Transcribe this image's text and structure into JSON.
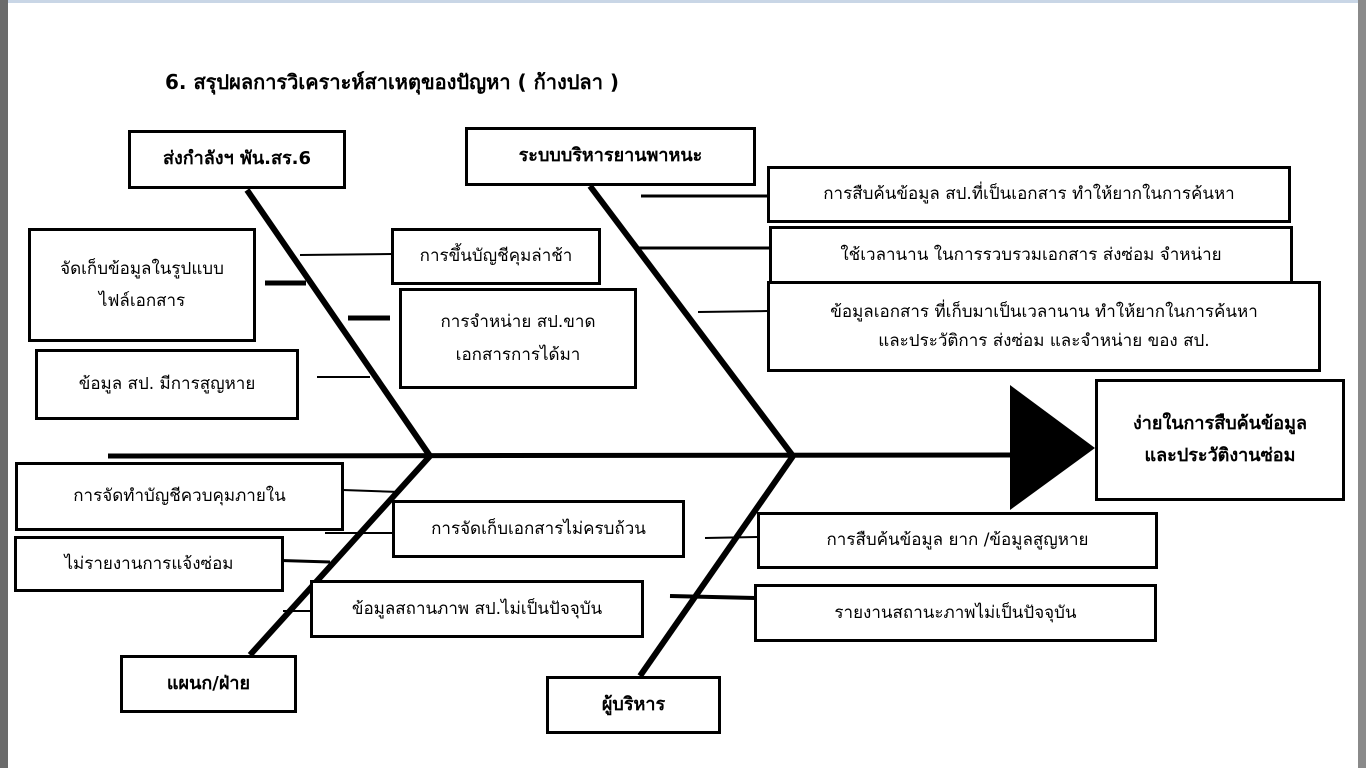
{
  "title": "6. สรุปผลการวิเคราะห์สาเหตุของปัญหา ( ก้างปลา )",
  "categories": {
    "supply": "ส่งกำลังฯ พัน.สร.6",
    "vehicle_system": "ระบบบริหารยานพาหนะ",
    "department": "แผนก/ฝ่าย",
    "management": "ผู้บริหาร"
  },
  "effect": {
    "line1": "ง่ายในการสืบค้นข้อมูล",
    "line2": "และประวัติงานซ่อม"
  },
  "causes": {
    "store_file_1": "จัดเก็บข้อมูลในรูปแบบ",
    "store_file_2": "ไฟล์เอกสาร",
    "register_late": "การขึ้นบัญชีคุมล่าช้า",
    "dispose_1": "การจำหน่าย สป.ขาด",
    "dispose_2": "เอกสารการได้มา",
    "data_lost": "ข้อมูล สป. มีการสูญหาย",
    "search_doc": "การสืบค้นข้อมูล สป.ที่เป็นเอกสาร ทำให้ยากในการค้นหา",
    "time_collect": "ใช้เวลานาน ในการรวบรวมเอกสาร ส่งซ่อม จำหน่าย",
    "doc_long_1": "ข้อมูลเอกสาร ที่เก็บมาเป็นเวลานาน ทำให้ยากในการค้นหา",
    "doc_long_2": "และประวัติการ ส่งซ่อม และจำหน่าย ของ สป.",
    "internal_control": "การจัดทำบัญชีควบคุมภายใน",
    "incomplete_storage": "การจัดเก็บเอกสารไม่ครบถ้วน",
    "no_repair_report": "ไม่รายงานการแจ้งซ่อม",
    "status_outdated": "ข้อมูลสถานภาพ สป.ไม่เป็นปัจจุบัน",
    "search_hard": "การสืบค้นข้อมูล ยาก /ข้อมูลสูญหาย",
    "report_outdated": "รายงานสถานะภาพไม่เป็นปัจจุบัน"
  }
}
